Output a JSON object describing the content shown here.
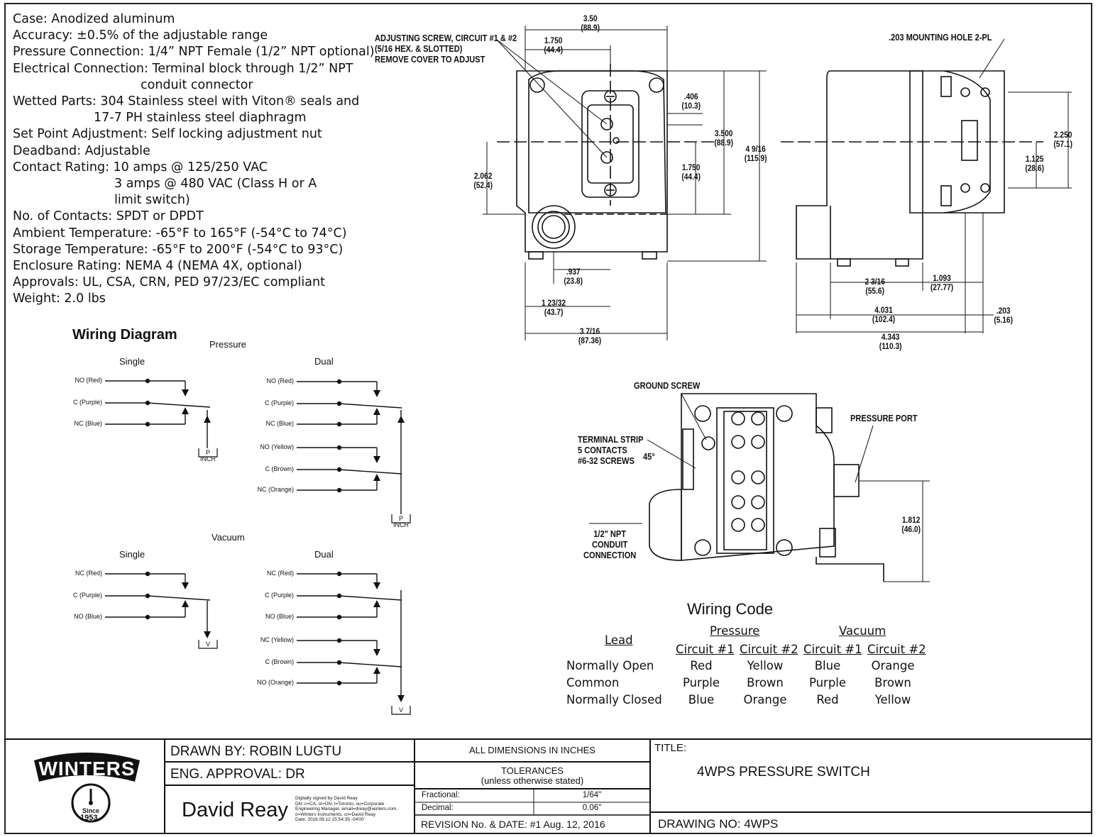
{
  "specs": [
    {
      "text": "Case: Anodized aluminum",
      "indent": "none"
    },
    {
      "text": "Accuracy: ±0.5% of the adjustable range",
      "indent": "none"
    },
    {
      "text": "Pressure Connection: 1/4” NPT Female (1/2” NPT optional)",
      "indent": "none"
    },
    {
      "text": "Electrical Connection: Terminal block through 1/2” NPT",
      "indent": "none"
    },
    {
      "text": "conduit connector",
      "indent": "cont"
    },
    {
      "text": "Wetted Parts: 304 Stainless steel with Viton® seals and",
      "indent": "none"
    },
    {
      "text": "17-7 PH stainless steel diaphragm",
      "indent": "cont2"
    },
    {
      "text": " Set Point Adjustment: Self locking adjustment nut",
      "indent": "none"
    },
    {
      "text": " Deadband: Adjustable",
      "indent": "none"
    },
    {
      "text": " Contact Rating:     10 amps @ 125/250 VAC",
      "indent": "none"
    },
    {
      "text": "3 amps @ 480 VAC (Class H or A",
      "indent": "cont3"
    },
    {
      "text": "limit switch)",
      "indent": "cont3"
    },
    {
      "text": " No. of Contacts: SPDT or DPDT",
      "indent": "none"
    },
    {
      "text": " Ambient Temperature: -65°F to 165°F (-54°C to 74°C)",
      "indent": "none"
    },
    {
      "text": " Storage Temperature: -65°F to 200°F (-54°C to 93°C)",
      "indent": "none"
    },
    {
      "text": " Enclosure Rating: NEMA 4 (NEMA 4X, optional)",
      "indent": "none"
    },
    {
      "text": " Approvals: UL, CSA, CRN, PED 97/23/EC compliant",
      "indent": "none"
    },
    {
      "text": " Weight: 2.0 lbs",
      "indent": "none"
    }
  ],
  "wiring_diagram": {
    "title": "Wiring Diagram",
    "pressure_label": "Pressure",
    "vacuum_label": "Vacuum",
    "single_label": "Single",
    "dual_label": "Dual",
    "pressure_single": [
      "NO (Red)",
      "C (Purple)",
      "NC (Blue)"
    ],
    "pressure_dual": [
      "NO (Red)",
      "C (Purple)",
      "NC (Blue)",
      "NO (Yellow)",
      "C (Brown)",
      "NC (Orange)"
    ],
    "vacuum_single": [
      "NC (Red)",
      "C (Purple)",
      "NO (Blue)"
    ],
    "vacuum_dual": [
      "NC (Red)",
      "C (Purple)",
      "NO (Blue)",
      "NC (Yellow)",
      "C (Brown)",
      "NO (Orange)"
    ],
    "p_box": "P",
    "incr": "INCR",
    "v_box": "V"
  },
  "drawing": {
    "adjusting_screw": [
      "ADJUSTING SCREW, CIRCUIT #1 & #2",
      "(5/16 HEX. & SLOTTED)",
      "REMOVE COVER TO ADJUST"
    ],
    "mounting_hole": ".203 MOUNTING HOLE 2-PL",
    "ground_screw": "GROUND SCREW",
    "terminal_strip": [
      "TERMINAL STRIP",
      "5 CONTACTS",
      "#6-32 SCREWS"
    ],
    "angle": "45°",
    "pressure_port": "PRESSURE PORT",
    "conduit": [
      "1/2\" NPT",
      "CONDUIT",
      "CONNECTION"
    ],
    "dims": {
      "d350": [
        "3.50",
        "(88.9)"
      ],
      "d1750a": [
        "1.750",
        "(44.4)"
      ],
      "d406": [
        ".406",
        "(10.3)"
      ],
      "d3500": [
        "3.500",
        "(88.9)"
      ],
      "d4916": [
        "4 9/16",
        "(115.9)"
      ],
      "d1750b": [
        "1.750",
        "(44.4)"
      ],
      "d2062": [
        "2.062",
        "(52.4)"
      ],
      "d937": [
        ".937",
        "(23.8)"
      ],
      "d12332": [
        "1 23/32",
        "(43.7)"
      ],
      "d3716": [
        "3 7/16",
        "(87.36)"
      ],
      "d2250": [
        "2.250",
        "(57.1)"
      ],
      "d1125": [
        "1.125",
        "(28.6)"
      ],
      "d2316": [
        "2 3/16",
        "(55.6)"
      ],
      "d1093": [
        "1.093",
        "(27.77)"
      ],
      "d4031": [
        "4.031",
        "(102.4)"
      ],
      "d203": [
        ".203",
        "(5.16)"
      ],
      "d4343": [
        "4.343",
        "(110.3)"
      ],
      "d1812": [
        "1.812",
        "(46.0)"
      ]
    }
  },
  "wiring_code": {
    "title": "Wiring Code",
    "lead": "Lead",
    "pressure": "Pressure",
    "vacuum": "Vacuum",
    "circuit1": "Circuit #1",
    "circuit2": "Circuit #2",
    "rows": [
      {
        "lead": "Normally Open",
        "p1": "Red",
        "p2": "Yellow",
        "v1": "Blue",
        "v2": "Orange"
      },
      {
        "lead": "Common",
        "p1": "Purple",
        "p2": "Brown",
        "v1": "Purple",
        "v2": "Brown"
      },
      {
        "lead": "Normally Closed",
        "p1": "Blue",
        "p2": "Orange",
        "v1": "Red",
        "v2": "Yellow"
      }
    ]
  },
  "title_block": {
    "logo_text": "WINTERS",
    "logo_since": "Since",
    "logo_year": "1953",
    "drawn_by": "DRAWN BY: ROBIN LUGTU",
    "eng_approval": "ENG. APPROVAL: DR",
    "signature": "David Reay",
    "sig_details": [
      "Digitally signed by David Reay",
      "DN: c=CA, st=ON, l=Toronto, ou=Corporate",
      "Engineering Manager, email=dreay@winters.com,",
      "o=Winters Instruments, cn=David Reay",
      "Date: 2016.08.12 15:54:35 -04'00'"
    ],
    "all_dims": "ALL DIMENSIONS IN INCHES",
    "tolerances": "TOLERANCES",
    "tolerances_sub": "(unless otherwise stated)",
    "fractional_label": "Fractional:",
    "fractional_value": "1/64\"",
    "decimal_label": "Decimal:",
    "decimal_value": "0.06\"",
    "revision": "REVISION No. & DATE: #1 Aug. 12, 2016",
    "title_label": "TITLE:",
    "title_value": "4WPS PRESSURE SWITCH",
    "drawing_no": "DRAWING NO: 4WPS"
  }
}
